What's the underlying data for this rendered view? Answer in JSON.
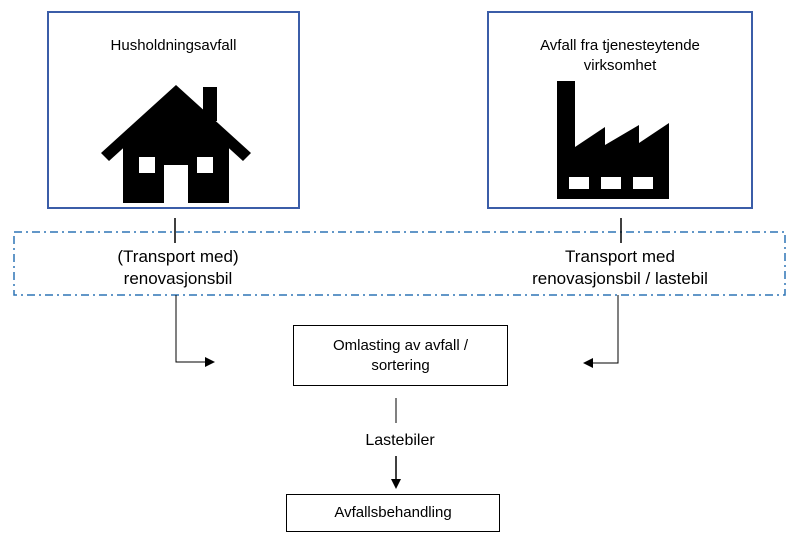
{
  "sources": {
    "household": {
      "label": "Husholdningsavfall",
      "icon": "house-icon"
    },
    "business": {
      "label_line1": "Avfall fra tjenesteytende",
      "label_line2": "virksomhet",
      "icon": "factory-icon"
    }
  },
  "transport": {
    "household_line1": "(Transport med)",
    "household_line2": "renovasjonsbil",
    "business_line1": "Transport med",
    "business_line2": "renovasjonsbil / lastebil"
  },
  "steps": {
    "sorting_line1": "Omlasting av avfall /",
    "sorting_line2": "sortering",
    "trucks": "Lastebiler",
    "treatment": "Avfallsbehandling"
  },
  "colors": {
    "source_border": "#3b5da8",
    "transport_dashed_border": "#2e75b6",
    "lines": "#000000"
  }
}
